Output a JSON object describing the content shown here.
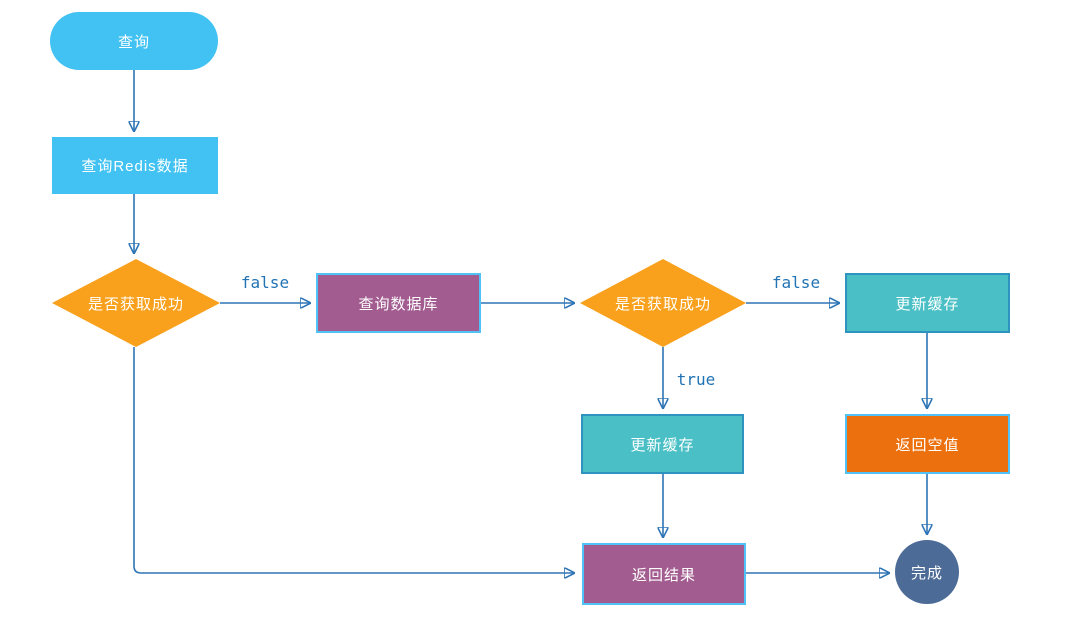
{
  "flowchart": {
    "nodes": {
      "start": {
        "label": "查询",
        "shape": "rounded-pill",
        "fill": "#41c2f2"
      },
      "query_redis": {
        "label": "查询Redis数据",
        "shape": "rectangle",
        "fill": "#41c2f2"
      },
      "decision1": {
        "label": "是否获取成功",
        "shape": "diamond",
        "fill": "#f9a11c"
      },
      "query_db": {
        "label": "查询数据库",
        "shape": "rectangle",
        "fill": "#a25c90",
        "border": "#4fc3f7"
      },
      "decision2": {
        "label": "是否获取成功",
        "shape": "diamond",
        "fill": "#f9a11c"
      },
      "update_cache_right": {
        "label": "更新缓存",
        "shape": "rectangle",
        "fill": "#4ac0c6",
        "border": "#2e93be"
      },
      "update_cache_middle": {
        "label": "更新缓存",
        "shape": "rectangle",
        "fill": "#4ac0c6",
        "border": "#2e93be"
      },
      "return_null": {
        "label": "返回空值",
        "shape": "rectangle",
        "fill": "#ec700d",
        "border": "#4fc3f7"
      },
      "return_result": {
        "label": "返回结果",
        "shape": "rectangle",
        "fill": "#a25c90",
        "border": "#4fc3f7"
      },
      "done": {
        "label": "完成",
        "shape": "circle",
        "fill": "#4c6b96"
      }
    },
    "edge_labels": {
      "decision1_false": "false",
      "decision2_false": "false",
      "decision2_true": "true"
    },
    "edges": [
      {
        "from": "start",
        "to": "query_redis"
      },
      {
        "from": "query_redis",
        "to": "decision1"
      },
      {
        "from": "decision1",
        "to": "query_db",
        "label": "false"
      },
      {
        "from": "decision1",
        "to": "return_result"
      },
      {
        "from": "query_db",
        "to": "decision2"
      },
      {
        "from": "decision2",
        "to": "update_cache_right",
        "label": "false"
      },
      {
        "from": "decision2",
        "to": "update_cache_middle",
        "label": "true"
      },
      {
        "from": "update_cache_right",
        "to": "return_null"
      },
      {
        "from": "update_cache_middle",
        "to": "return_result"
      },
      {
        "from": "return_null",
        "to": "done"
      },
      {
        "from": "return_result",
        "to": "done"
      }
    ],
    "colors": {
      "connector_line": "#2e75b6",
      "edge_label_text": "#2173b4",
      "node_text": "#ffffff",
      "cyan": "#41c2f2",
      "orange_diamond": "#f9a11c",
      "purple": "#a25c90",
      "teal": "#4ac0c6",
      "strong_orange": "#ec700d",
      "slate_circle": "#4c6b96",
      "light_blue_border": "#4fc3f7"
    }
  }
}
